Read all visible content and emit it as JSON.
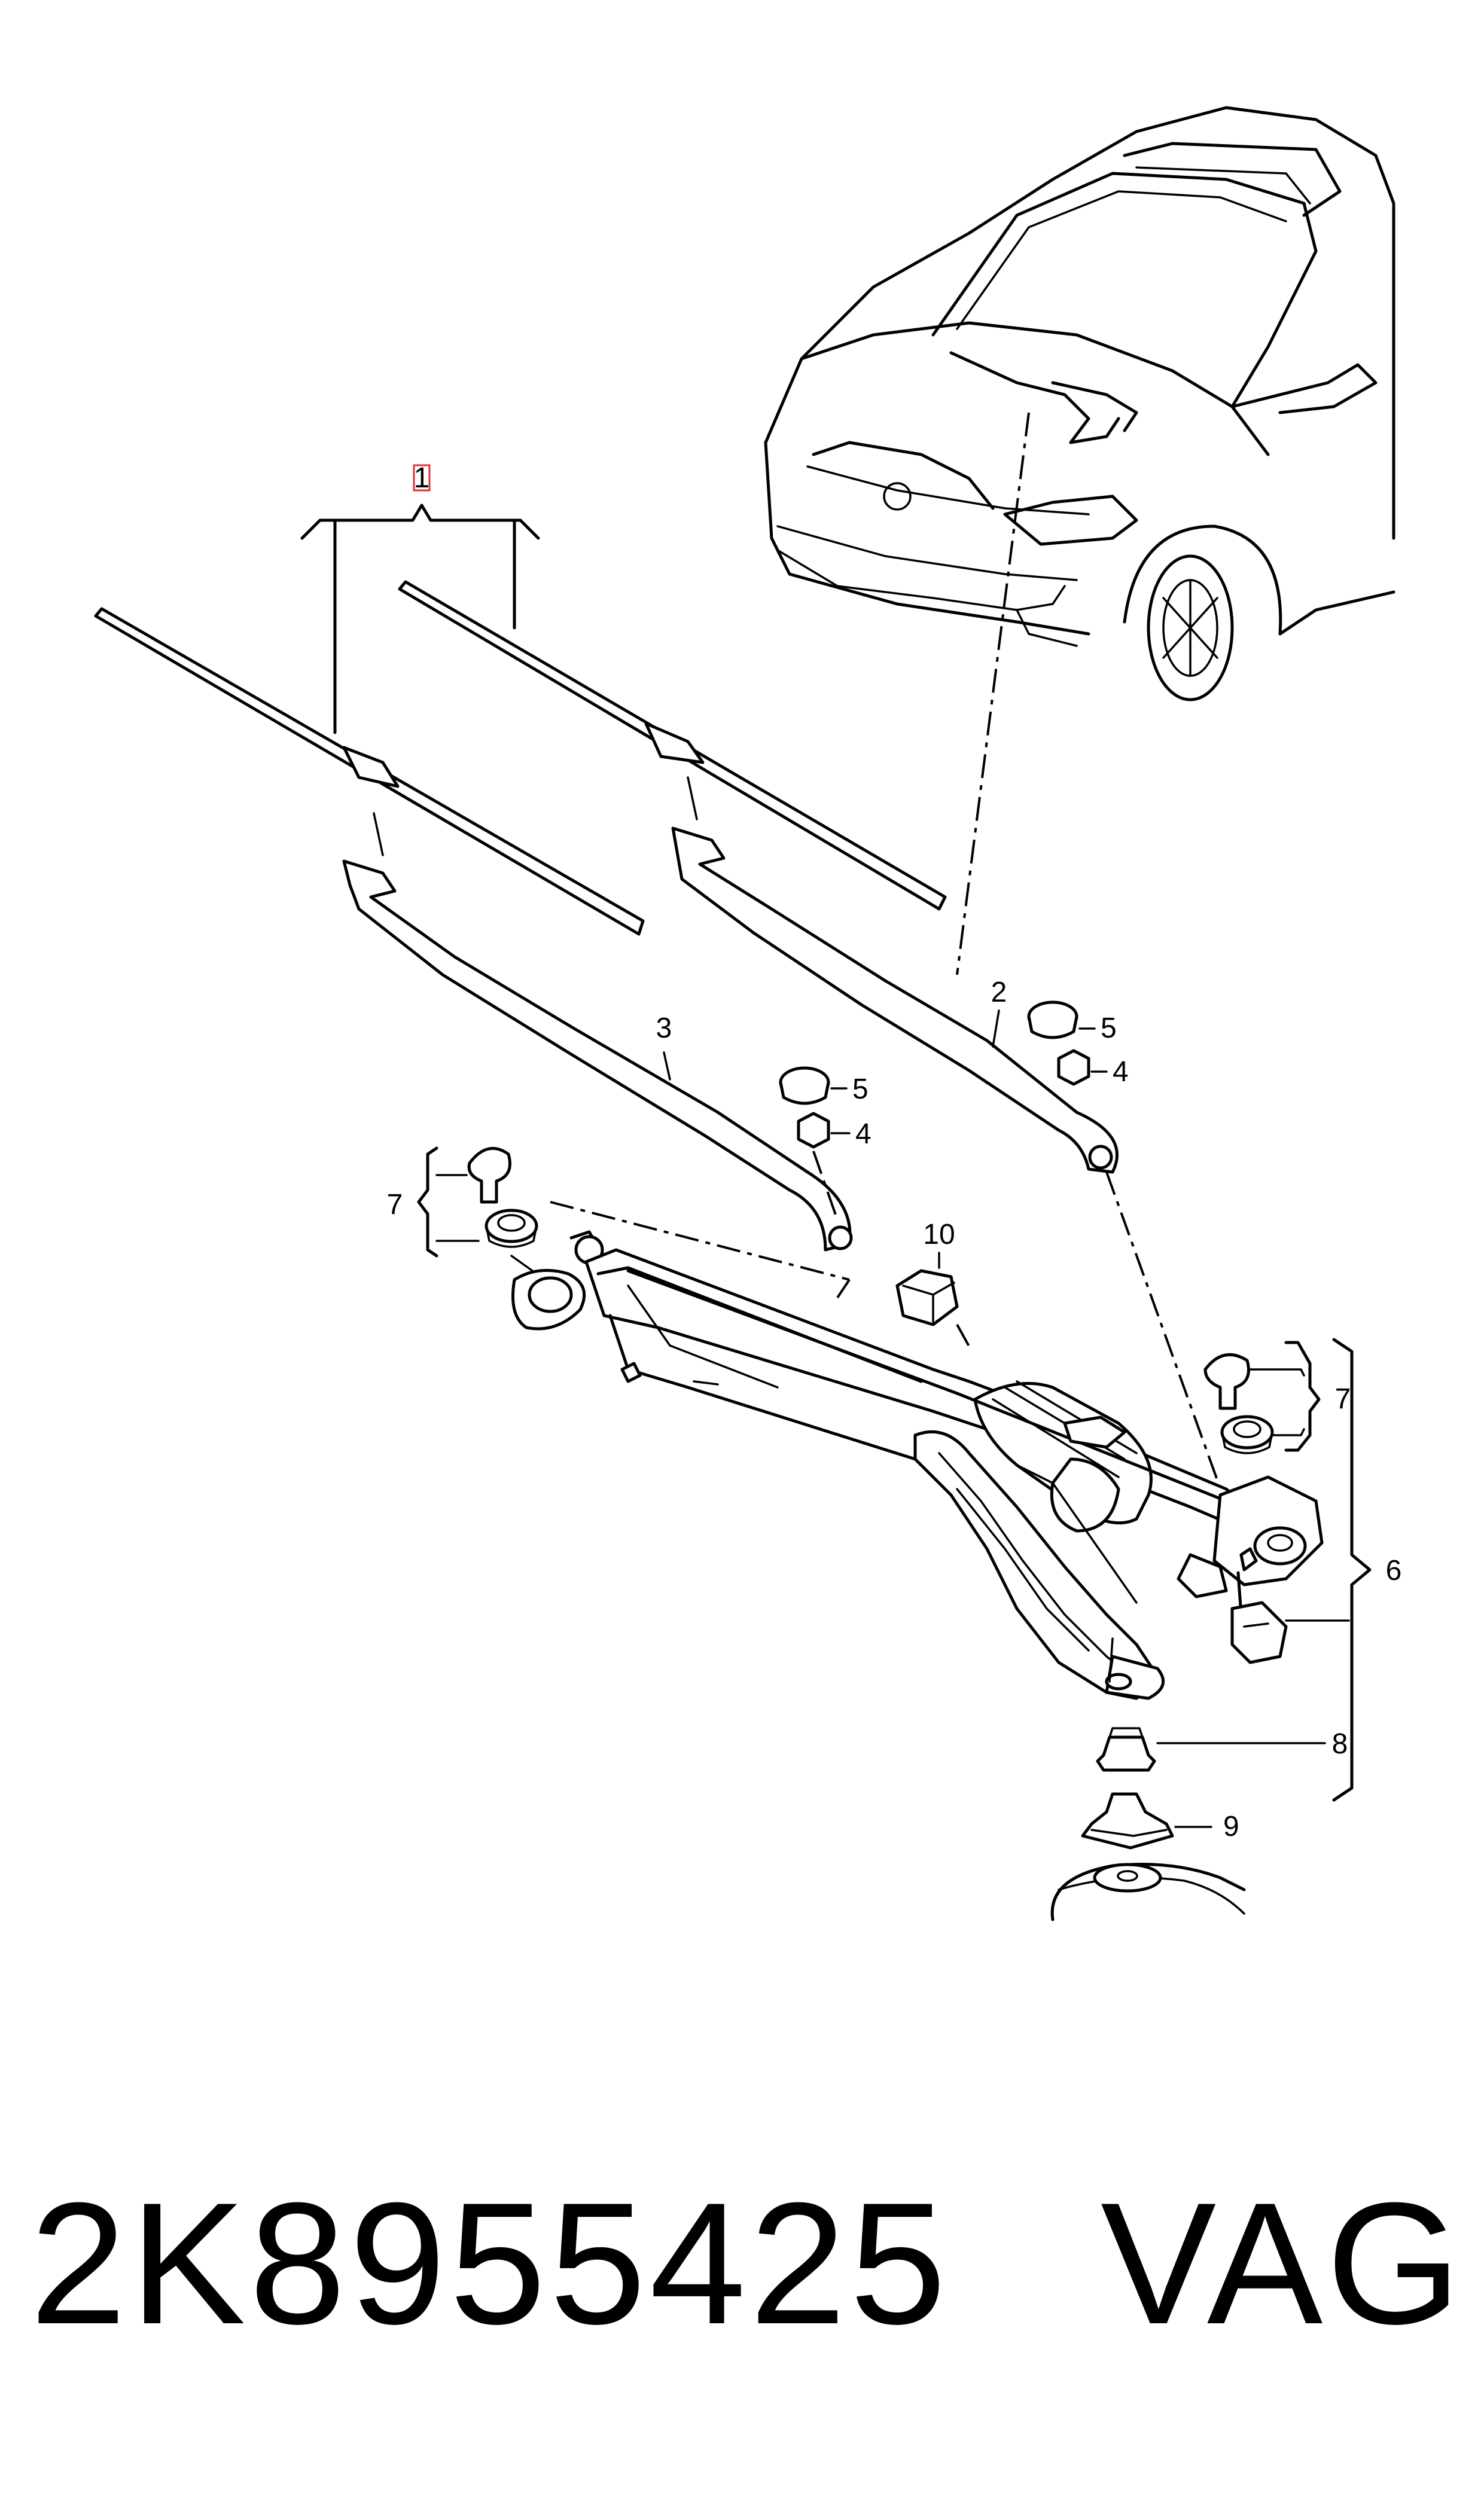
{
  "callouts": {
    "c1": "1",
    "c2": "2",
    "c3": "3",
    "c4a": "4",
    "c4b": "4",
    "c5a": "5",
    "c5b": "5",
    "c6": "6",
    "c7a": "7",
    "c7b": "7",
    "c8": "8",
    "c9": "9",
    "c10": "10"
  },
  "footer": {
    "part_number": "2K8955425",
    "brand": "VAG"
  },
  "colors": {
    "line": "#000000",
    "highlight_box": "#e03030",
    "background": "#ffffff"
  }
}
